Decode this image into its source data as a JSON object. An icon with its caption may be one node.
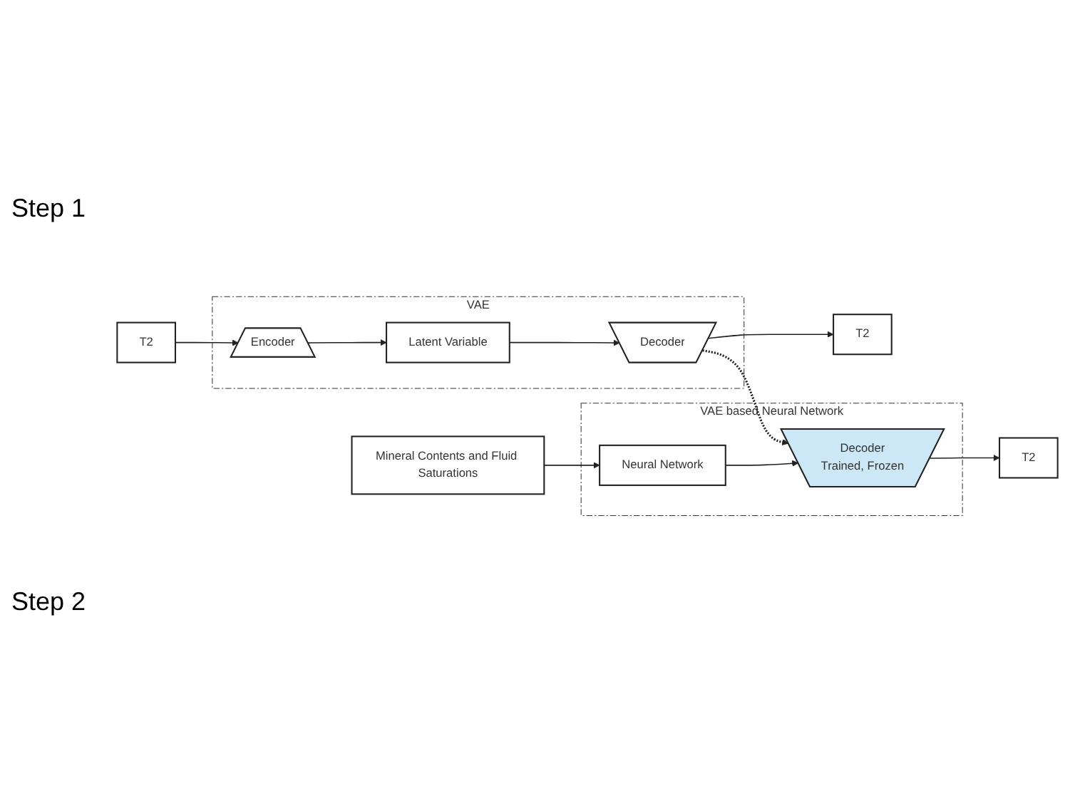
{
  "diagram": {
    "nodes": [
      {
        "text": [
          "T2"
        ]
      },
      {
        "text": [
          "VAE"
        ]
      },
      {
        "text": [
          "Encoder"
        ],
        "in": 1
      },
      {
        "text": [
          "Latent Variable"
        ],
        "in": 1
      },
      {
        "text": [
          "Decoder"
        ],
        "in": 1
      },
      {
        "text": [
          "T2"
        ]
      },
      {
        "text": [
          "Mineral Contents and Fluid Saturations"
        ]
      },
      {
        "text": [
          "VAE based Neural Network"
        ]
      },
      {
        "text": [
          "Neural Network"
        ],
        "in": 7
      },
      {
        "text": [
          "Decoder",
          "Trained, Frozen"
        ],
        "in": 7
      },
      {
        "text": [
          "T2"
        ]
      }
    ],
    "edges": [
      {
        "from": 0,
        "to": 2,
        "arrow": "to"
      },
      {
        "from": 2,
        "to": 3,
        "arrow": "to"
      },
      {
        "from": 3,
        "to": 4,
        "arrow": "to"
      },
      {
        "from": 4,
        "to": 5,
        "arrow": "to"
      },
      {
        "from": 4,
        "to": 9,
        "arrow": "to",
        "style": "dashed"
      },
      {
        "from": 6,
        "to": 8,
        "arrow": "to"
      },
      {
        "from": 8,
        "to": 9,
        "arrow": "to"
      },
      {
        "from": 9,
        "to": 10,
        "arrow": "to"
      }
    ],
    "labels": [
      "Step 1",
      "Step 2"
    ]
  }
}
